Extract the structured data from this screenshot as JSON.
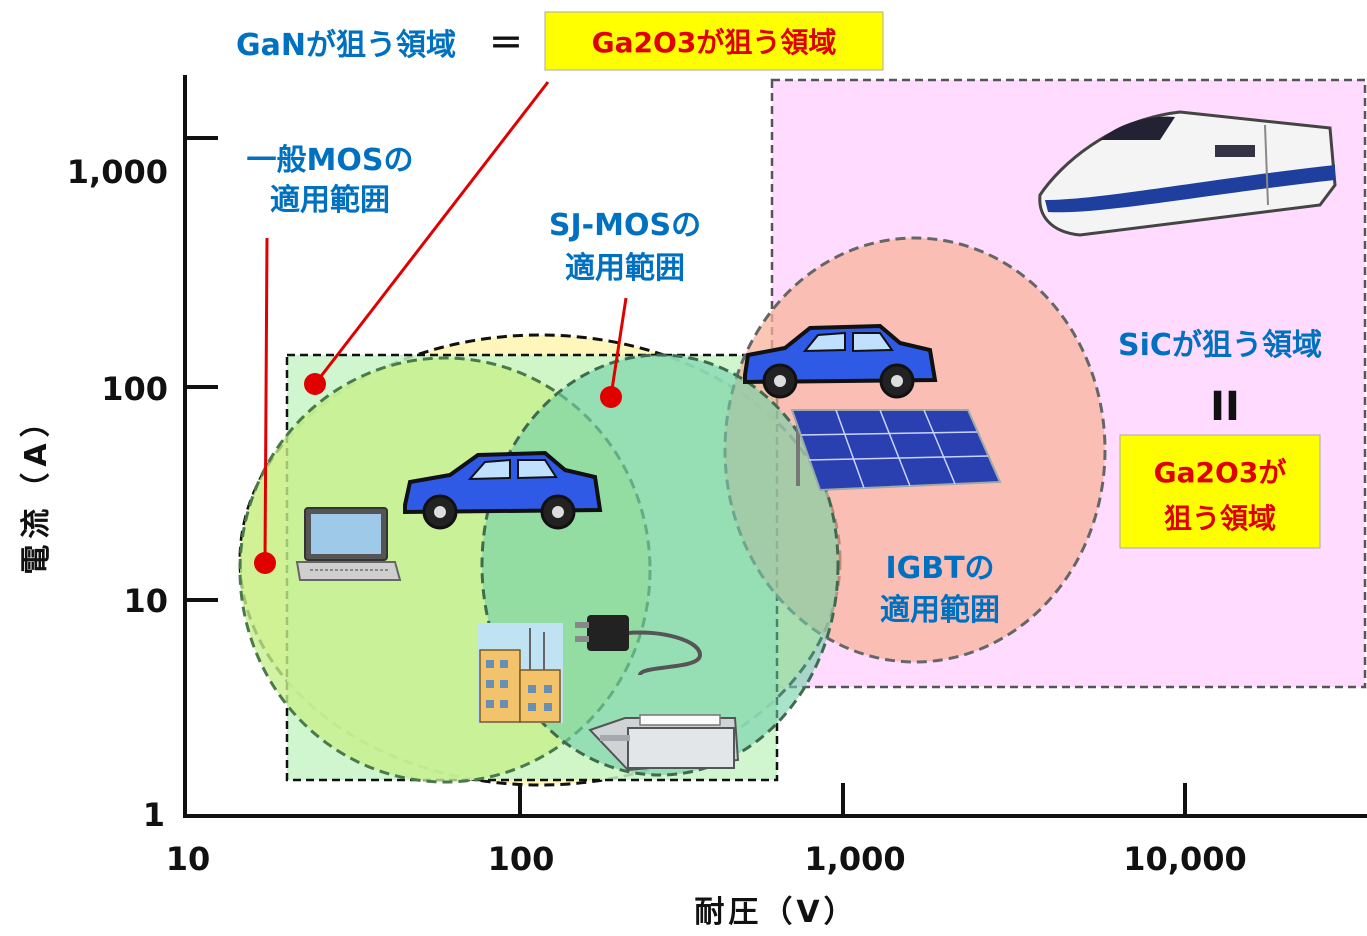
{
  "header": {
    "gan_label": "GaNが狙う領域",
    "equals": "＝",
    "ga2o3_label": "Ga2O3が狙う領域"
  },
  "axes": {
    "y_label": "電流（A）",
    "x_label": "耐圧（V）",
    "y_ticks": [
      "1",
      "10",
      "100",
      "1,000"
    ],
    "x_ticks": [
      "10",
      "100",
      "1,000",
      "10,000"
    ],
    "x_scale": "log",
    "y_scale": "log"
  },
  "regions": {
    "general_mos": {
      "line1": "一般MOSの",
      "line2": "適用範囲"
    },
    "sj_mos": {
      "line1": "SJ-MOSの",
      "line2": "適用範囲"
    },
    "igbt": {
      "line1": "IGBTの",
      "line2": "適用範囲"
    },
    "sic": {
      "label": "SiCが狙う領域",
      "equals": "II"
    },
    "ga2o3_box": {
      "line1": "Ga2O3が",
      "line2": "狙う領域"
    }
  },
  "icons": [
    "laptop-icon",
    "car-icon",
    "building-icon",
    "adapter-icon",
    "printer-icon",
    "car-icon",
    "solar-panel-icon",
    "train-icon"
  ],
  "colors": {
    "blue_text": "#0070c0",
    "red": "#e00000",
    "yellow_box": "#ffff00",
    "sic_region": "#ffdcff",
    "gan_region": "#c8f5c8",
    "mos_ellipse": "#c6f08c",
    "sj_ellipse": "#8ddcb4",
    "igbt_ellipse": "#f8b49c",
    "outer_ellipse": "#fff5b4"
  }
}
